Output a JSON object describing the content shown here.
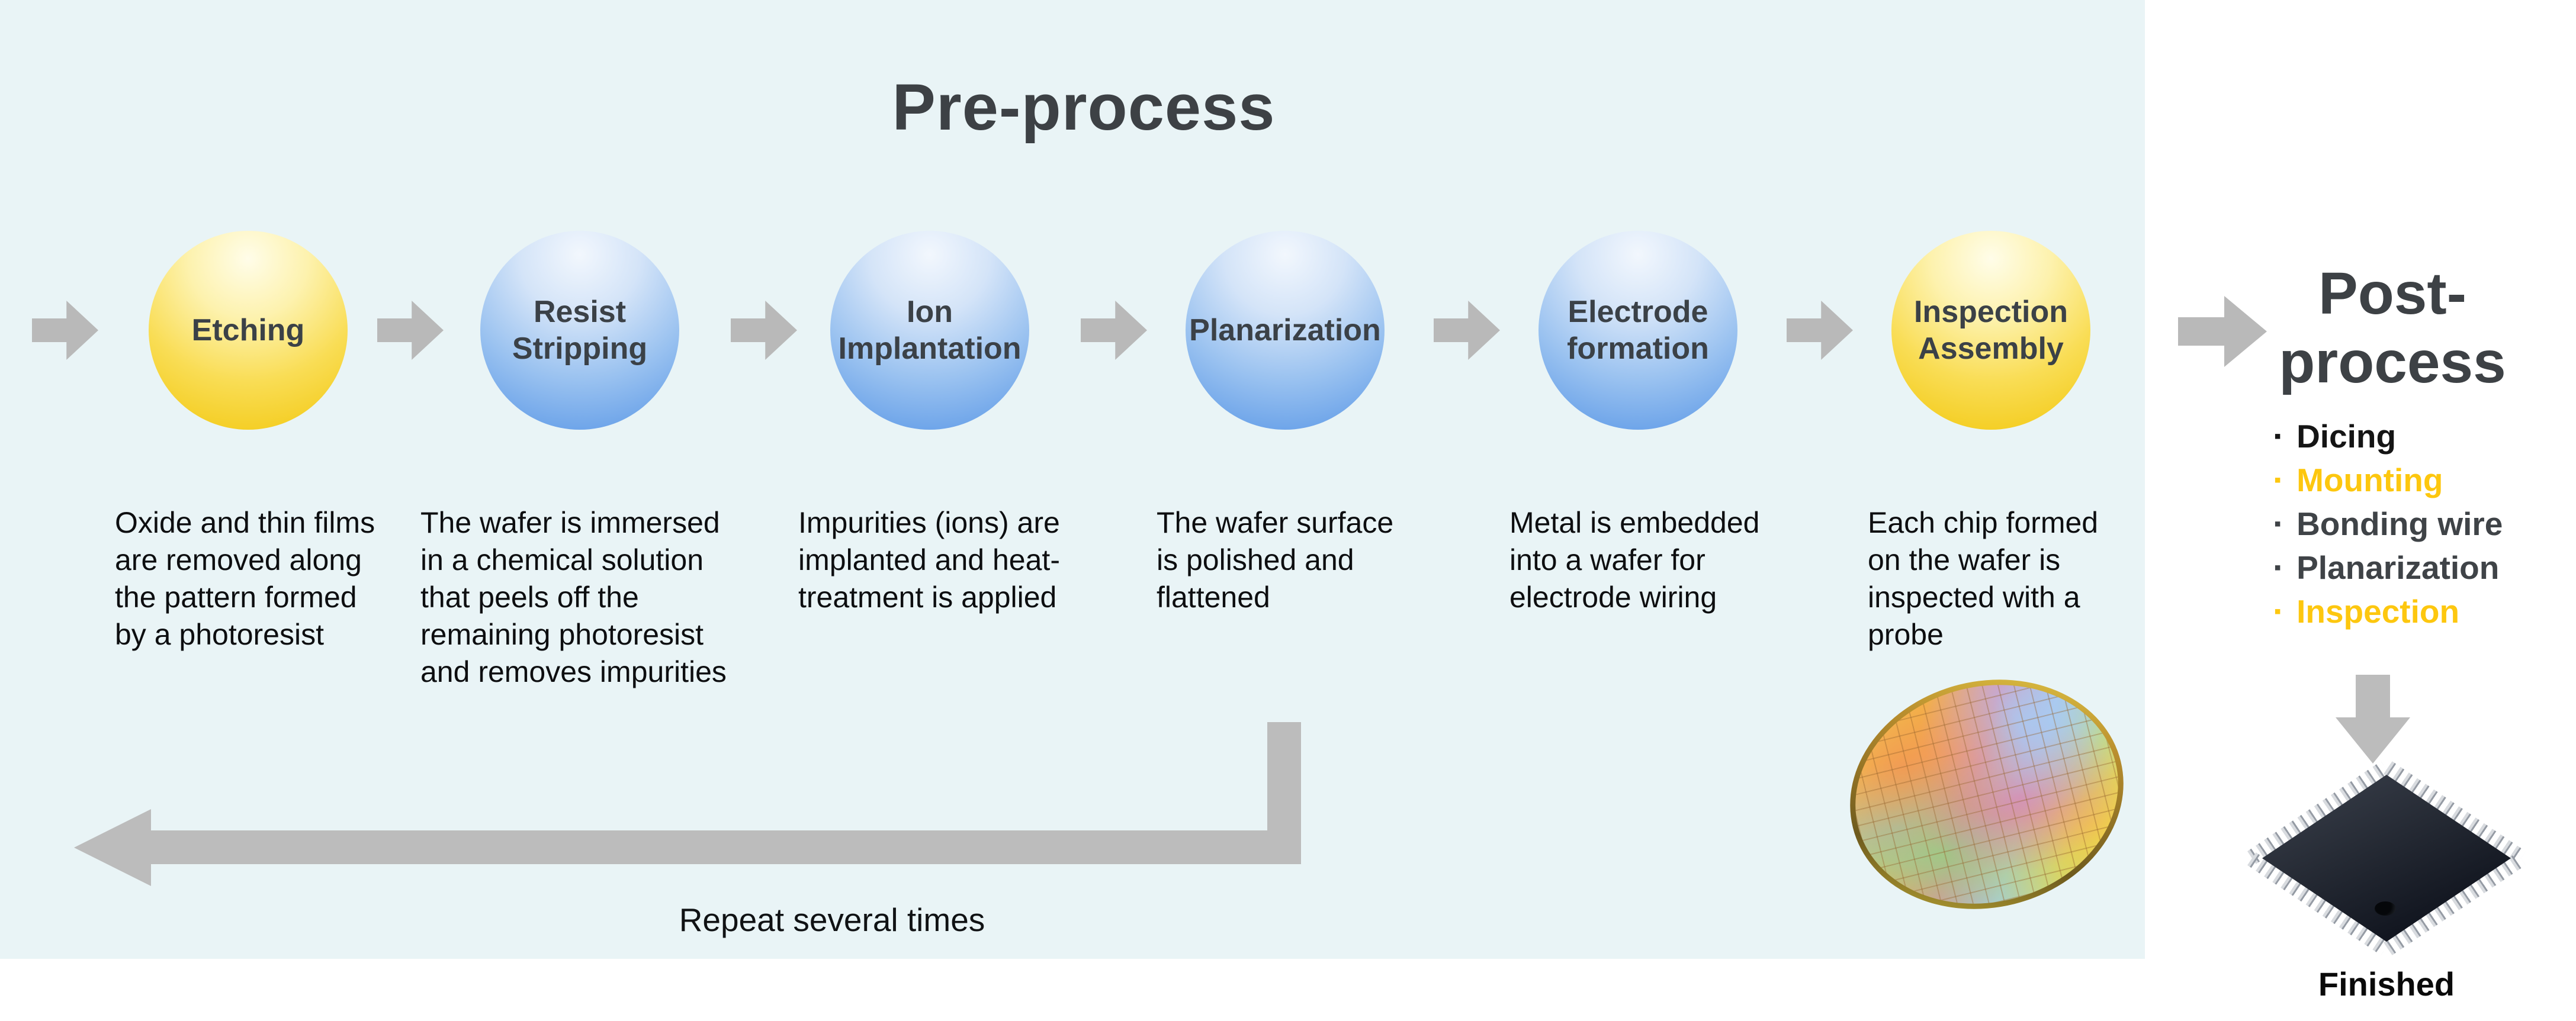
{
  "pre_process": {
    "title": "Pre-process",
    "steps": [
      {
        "label": "Etching",
        "color_scheme": "yellow",
        "description": "Oxide and thin films are removed along the pattern formed by a photoresist"
      },
      {
        "label": "Resist\nStripping",
        "color_scheme": "blue",
        "description": "The wafer is immersed in a chemical solution that peels off the remaining photoresist and removes impurities"
      },
      {
        "label": "Ion\nImplantation",
        "color_scheme": "blue",
        "description": "Impurities (ions) are implanted and heat-treatment is applied"
      },
      {
        "label": "Planarization",
        "color_scheme": "blue",
        "description": "The wafer surface is polished and flattened"
      },
      {
        "label": "Electrode\nformation",
        "color_scheme": "blue",
        "description": "Metal is embedded into a wafer for electrode wiring"
      },
      {
        "label": "Inspection\nAssembly",
        "color_scheme": "yellow",
        "description": "Each chip formed on the wafer is inspected with a probe"
      }
    ],
    "repeat_note": "Repeat several times"
  },
  "post_process": {
    "title": "Post-\nprocess",
    "bullet": "▪",
    "items": [
      {
        "label": "Dicing",
        "color": "#151515"
      },
      {
        "label": "Mounting",
        "color": "#fdc70f"
      },
      {
        "label": "Bonding wire",
        "color": "#3f4347"
      },
      {
        "label": "Planarization",
        "color": "#3f4347"
      },
      {
        "label": "Inspection",
        "color": "#fdc70f"
      }
    ],
    "finished_label": "Finished"
  },
  "icons": {
    "wafer": "silicon-wafer-illustration",
    "chip": "packaged-chip-illustration",
    "flow_arrow": "right-arrow",
    "repeat_arrow": "left-return-arrow",
    "post_arrow": "down-arrow"
  },
  "colors": {
    "panel_background": "#e9f4f6",
    "arrow_gray": "#bcbcbc",
    "accent_yellow": "#fdc70f",
    "heading_gray": "#3d4145",
    "circle_yellow_bottom": "#f2c70d",
    "circle_blue_bottom": "#5896e6"
  }
}
